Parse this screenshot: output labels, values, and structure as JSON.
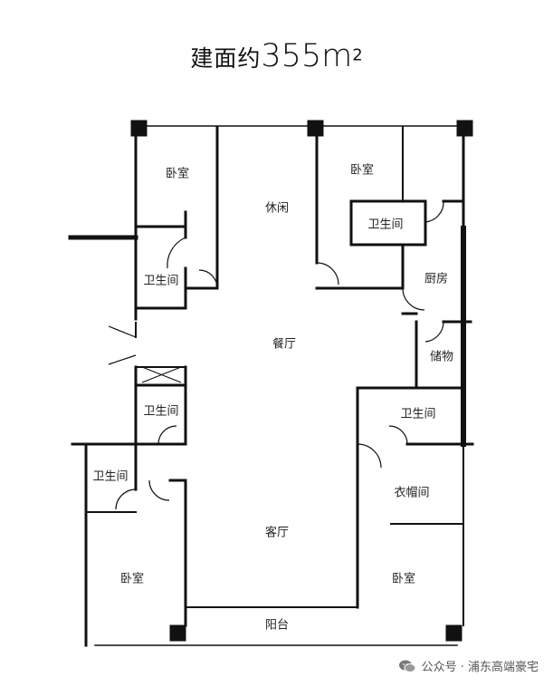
{
  "title": {
    "prefix": "建面约",
    "area": "355m",
    "superscript": "2"
  },
  "rooms": [
    {
      "id": "bedroom-nw",
      "label": "卧室"
    },
    {
      "id": "leisure",
      "label": "休闲"
    },
    {
      "id": "bedroom-n",
      "label": "卧室"
    },
    {
      "id": "bathroom-n",
      "label": "卫生间"
    },
    {
      "id": "kitchen",
      "label": "厨房"
    },
    {
      "id": "bathroom-w1",
      "label": "卫生间"
    },
    {
      "id": "dining",
      "label": "餐厅"
    },
    {
      "id": "storage",
      "label": "储物"
    },
    {
      "id": "bathroom-w2",
      "label": "卫生间"
    },
    {
      "id": "bathroom-e",
      "label": "卫生间"
    },
    {
      "id": "bathroom-sw",
      "label": "卫生间"
    },
    {
      "id": "closet",
      "label": "衣帽间"
    },
    {
      "id": "living",
      "label": "客厅"
    },
    {
      "id": "bedroom-sw",
      "label": "卧室"
    },
    {
      "id": "bedroom-se",
      "label": "卧室"
    },
    {
      "id": "balcony",
      "label": "阳台"
    }
  ],
  "watermark": {
    "text": "公众号 · 浦东高端豪宅",
    "icon": "wechat-icon"
  },
  "colors": {
    "wall": "#111111",
    "background": "#ffffff"
  }
}
